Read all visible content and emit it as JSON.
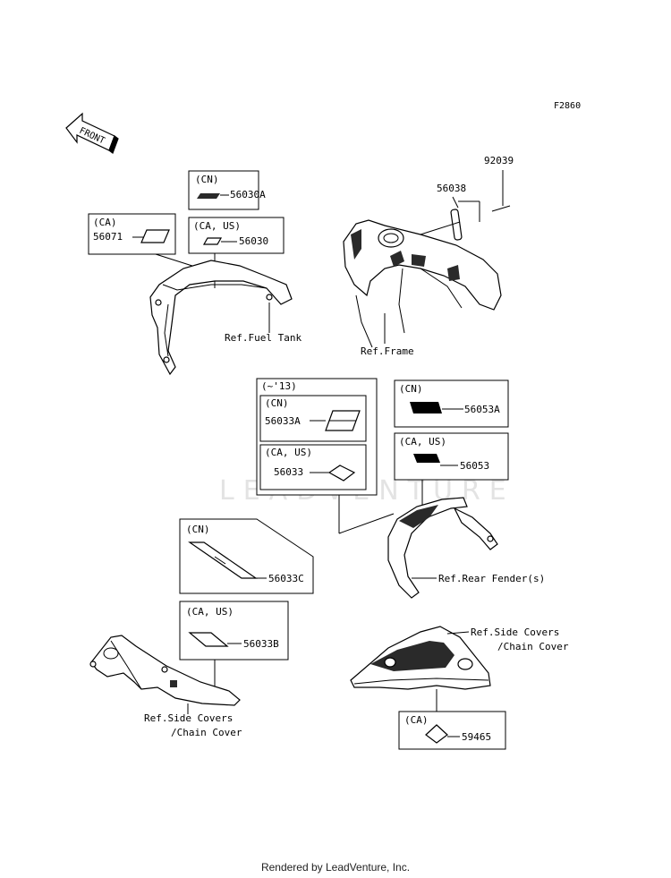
{
  "diagram_code": "F2860",
  "direction_label": "FRONT",
  "watermark": "LEADVENTURE",
  "footer": "Rendered by LeadVenture, Inc.",
  "labels": {
    "ref_fuel_tank": "Ref.Fuel Tank",
    "ref_frame": "Ref.Frame",
    "ref_rear_fender": "Ref.Rear Fender(s)",
    "ref_side_covers_right": "Ref.Side Covers",
    "ref_chain_cover_right": "/Chain Cover",
    "ref_side_covers_left": "Ref.Side Covers",
    "ref_chain_cover_left": "/Chain Cover"
  },
  "parts": {
    "p92039": "92039",
    "p56038": "56038"
  },
  "boxes": {
    "b56030a": {
      "region": "(CN)",
      "part": "56030A"
    },
    "b56071": {
      "region": "(CA)",
      "part": "56071"
    },
    "b56030": {
      "region": "(CA, US)",
      "part": "56030"
    },
    "group13": {
      "title": "(~'13)"
    },
    "b56033a": {
      "region": "(CN)",
      "part": "56033A"
    },
    "b56033": {
      "region": "(CA, US)",
      "part": "56033"
    },
    "b56053a": {
      "region": "(CN)",
      "part": "56053A"
    },
    "b56053": {
      "region": "(CA, US)",
      "part": "56053"
    },
    "b56033c": {
      "region": "(CN)",
      "part": "56033C"
    },
    "b56033b": {
      "region": "(CA, US)",
      "part": "56033B"
    },
    "b59465": {
      "region": "(CA)",
      "part": "59465"
    }
  }
}
